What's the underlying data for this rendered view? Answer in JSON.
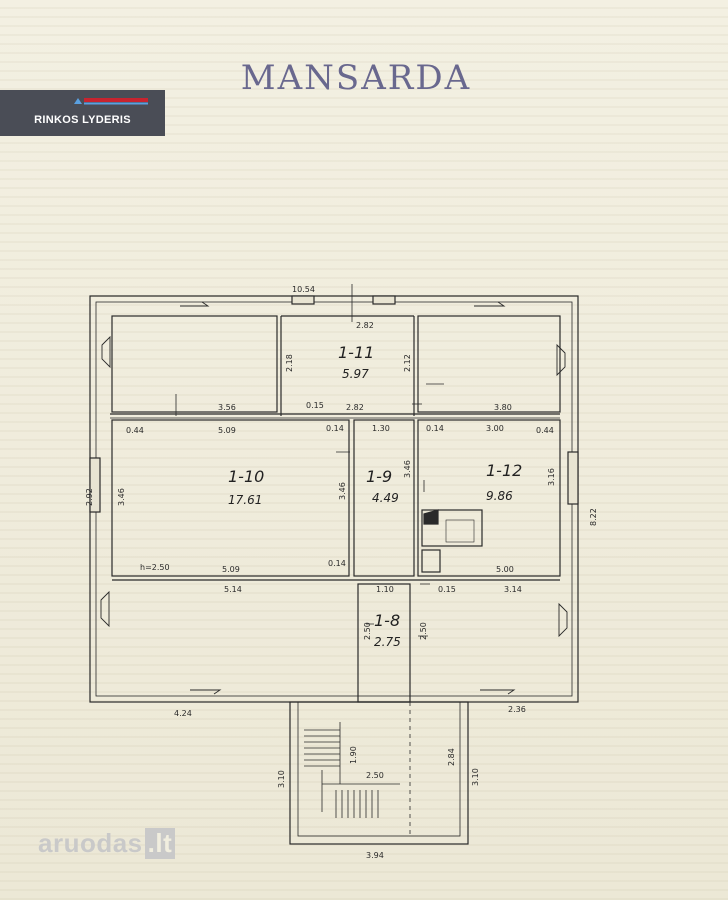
{
  "title": "MANSARDA",
  "badge": {
    "text": "RINKOS LYDERIS",
    "brand_color": "#4a4d56"
  },
  "watermark": {
    "text": "aruodas",
    "suffix": ".lt"
  },
  "rooms": [
    {
      "id": "1-10",
      "area": "17.61"
    },
    {
      "id": "1-11",
      "area": "5.97"
    },
    {
      "id": "1-9",
      "area": "4.49"
    },
    {
      "id": "1-12",
      "area": "9.86"
    },
    {
      "id": "1-8",
      "area": "2.75"
    }
  ],
  "dims": {
    "top_total": "10.54",
    "top_room": "2.82",
    "top_left_h": "2.18",
    "top_right_h": "2.12",
    "left_len": "3.56",
    "mid_len": "2.82",
    "right_len": "3.80",
    "gap1": "0.15",
    "a1": "0.44",
    "a2": "5.09",
    "a3": "0.14",
    "a4": "1.30",
    "a5": "0.14",
    "a6": "3.00",
    "a7": "0.44",
    "left_h": "3.46",
    "c_h": "3.46",
    "c_h2": "3.46",
    "r_h": "3.16",
    "outer_left": "2.92",
    "outer_right": "8.22",
    "h_label": "h=2.50",
    "b1": "5.09",
    "b2": "0.14",
    "b3": "5.00",
    "c1": "5.14",
    "c2": "1.10",
    "c3": "0.15",
    "c4": "3.14",
    "d1": "2.50",
    "d2": "2.50",
    "bot_left": "4.24",
    "bot_right": "2.36",
    "st1": "1.90",
    "st2": "2.50",
    "st3": "2.84",
    "st4": "3.10",
    "st5": "3.10",
    "st6": "3.94"
  },
  "colors": {
    "stamp": "#5b5a86",
    "lines": "#2a2a2a"
  }
}
